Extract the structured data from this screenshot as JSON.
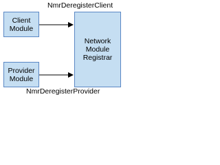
{
  "diagram": {
    "fill_color": "#c5def2",
    "border_color": "#5a87c4",
    "arrow_color": "#000000",
    "top_label": "NmrDeregisterClient",
    "bottom_label": "NmrDeregisterProvider",
    "client_module_label": "Client\nModule",
    "provider_module_label": "Provider\nModule",
    "registrar_label": "Network\nModule\nRegistrar"
  }
}
